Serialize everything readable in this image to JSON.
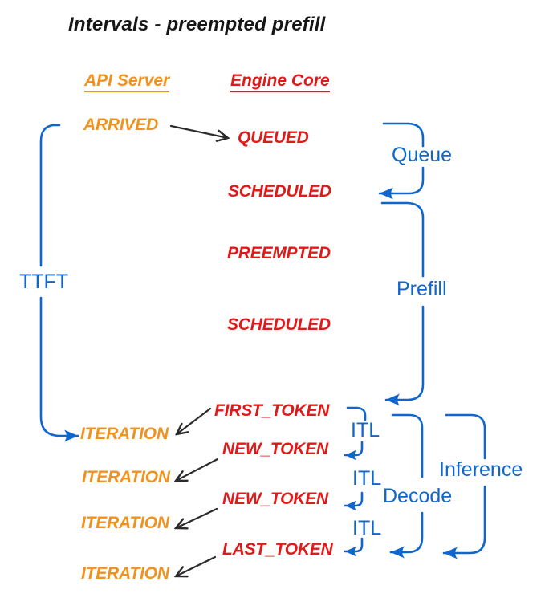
{
  "title": "Intervals - preempted prefill",
  "columns": {
    "api_server": "API Server",
    "engine_core": "Engine Core"
  },
  "events": {
    "arrived": "ARRIVED",
    "queued": "QUEUED",
    "scheduled_1": "SCHEDULED",
    "preempted": "PREEMPTED",
    "scheduled_2": "SCHEDULED",
    "first_token": "FIRST_TOKEN",
    "new_token_1": "NEW_TOKEN",
    "new_token_2": "NEW_TOKEN",
    "last_token": "LAST_TOKEN",
    "iteration_1": "ITERATION",
    "iteration_2": "ITERATION",
    "iteration_3": "ITERATION",
    "iteration_4": "ITERATION"
  },
  "intervals": {
    "ttft": "TTFT",
    "queue": "Queue",
    "prefill": "Prefill",
    "itl_1": "ITL",
    "itl_2": "ITL",
    "itl_3": "ITL",
    "decode": "Decode",
    "inference": "Inference"
  },
  "colors": {
    "api_server": "#f0921d",
    "engine_core": "#e01a1a",
    "interval": "#0f66cc",
    "transition_arrow": "#2b2b2b",
    "background": "#ffffff"
  }
}
